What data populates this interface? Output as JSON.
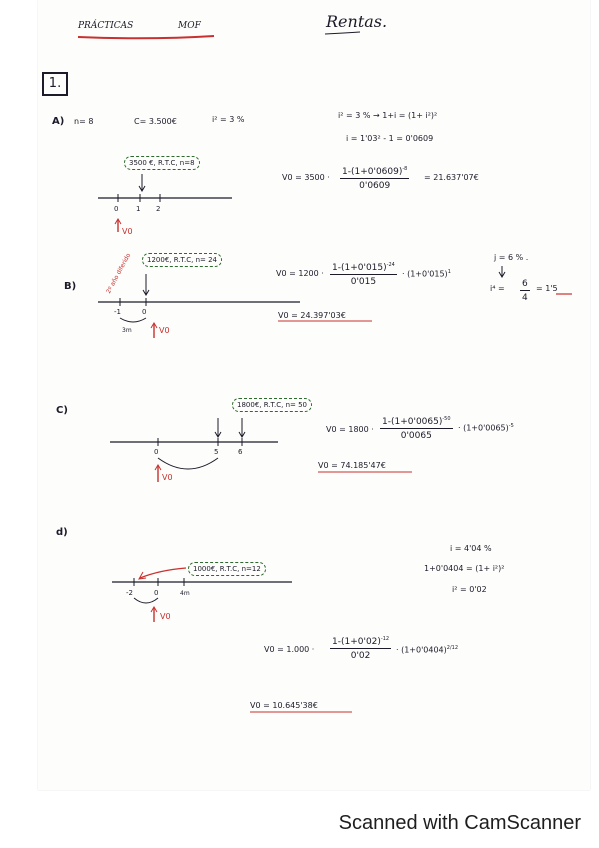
{
  "header": {
    "left_title": "PRÁCTICAS",
    "left_subject": "MOF",
    "right_title": "Rentas."
  },
  "exercise_number": "1.",
  "part_a": {
    "label": "A)",
    "n": "n= 8",
    "c": "C= 3.500€",
    "rate": "i² = 3 %",
    "cloud": "3500 €, R.T.C, n=8",
    "axis_ticks": [
      "0",
      "1",
      "2"
    ],
    "v0_label": "V0",
    "conv_line1": "i² = 3 %  → 1+i = (1+ i²)²",
    "conv_line2": "i = 1'03² - 1 = 0'0609",
    "formula_prefix": "V0 = 3500 ·",
    "formula_num": "1-(1+0'0609)",
    "formula_exp": "-8",
    "formula_den": "0'0609",
    "formula_result": "= 21.637'07€"
  },
  "part_b": {
    "label": "B)",
    "cloud": "1200€, R.T.C, n= 24",
    "diag_note": "2º año diferido",
    "axis_ticks": [
      "-1",
      "0"
    ],
    "gap_label": "3m",
    "v0_label": "V0",
    "formula_prefix": "V0 = 1200 ·",
    "formula_num": "1-(1+0'015)",
    "formula_num_exp": "-24",
    "formula_den": "0'015",
    "formula_tail": "· (1+0'015)",
    "formula_tail_exp": "1",
    "result": "V0 = 24.397'03€",
    "side_line1": "j = 6 % .",
    "side_frac_num": "6",
    "side_frac_den": "4",
    "side_prefix": "i⁴ =",
    "side_result": "= 1'5"
  },
  "part_c": {
    "label": "C)",
    "cloud": "1800€, R.T.C, n= 50",
    "axis_ticks": [
      "0",
      "5",
      "6"
    ],
    "v0_label": "V0",
    "formula_prefix": "V0 = 1800 ·",
    "formula_num": "1-(1+0'0065)",
    "formula_num_exp": "-50",
    "formula_den": "0'0065",
    "formula_tail": "· (1+0'0065)",
    "formula_tail_exp": "-5",
    "result": "V0 = 74.185'47€"
  },
  "part_d": {
    "label": "d)",
    "cloud": "1000€, R.T.C, n=12",
    "axis_ticks": [
      "-2",
      "0",
      "4m"
    ],
    "v0_label": "V0",
    "side_line1": "i = 4'04 %",
    "side_line2": "1+0'0404 = (1+ i²)²",
    "side_line3": "i² = 0'02",
    "formula_prefix": "V0 = 1.000 ·",
    "formula_num": "1-(1+0'02)",
    "formula_num_exp": "-12",
    "formula_den": "0'02",
    "formula_tail": "· (1+0'0404)",
    "formula_tail_exp": "2/12",
    "result": "V0 = 10.645'38€"
  },
  "footer": "Scanned with CamScanner"
}
